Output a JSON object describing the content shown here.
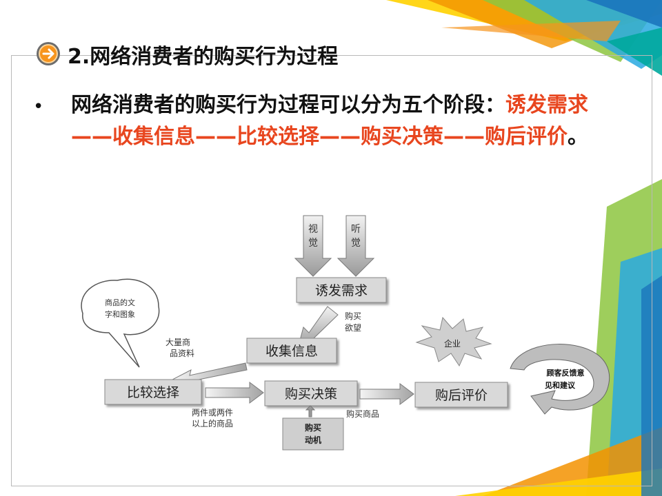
{
  "slide": {
    "title": "2.网络消费者的购买行为过程",
    "bullet": "•",
    "body_prefix": "网络消费者的购买行为过程可以分为五个阶段：",
    "body_highlight": "诱发需求——收集信息——比较选择——购买决策——购后评价",
    "body_suffix": "。"
  },
  "diagram": {
    "input_visual": "视觉",
    "input_hearing": "听觉",
    "stage_need": "诱发需求",
    "stage_info": "收集信息",
    "stage_compare": "比较选择",
    "stage_decide": "购买决策",
    "stage_post": "购后评价",
    "desire_line1": "购买",
    "desire_line2": "欲望",
    "info_line1": "大量商",
    "info_line2": "品资料",
    "bubble_line1": "商品的文",
    "bubble_line2": "字和图象",
    "items_line1": "两件或两件",
    "items_line2": "以上的商品",
    "buy_goods": "购买商品",
    "motive_line1": "购买",
    "motive_line2": "动机",
    "enterprise": "企业",
    "feedback_line1": "顾客反馈意",
    "feedback_line2": "见和建议"
  },
  "colors": {
    "accent_red": "#e8461f",
    "box_gray": "#d6d6d6",
    "stripe_orange": "#f39200",
    "stripe_green": "#8dc63f",
    "stripe_blue": "#29a9e0",
    "stripe_yellow": "#ffd200"
  },
  "icons": {
    "title_icon": "arrow-right-circle-icon"
  }
}
